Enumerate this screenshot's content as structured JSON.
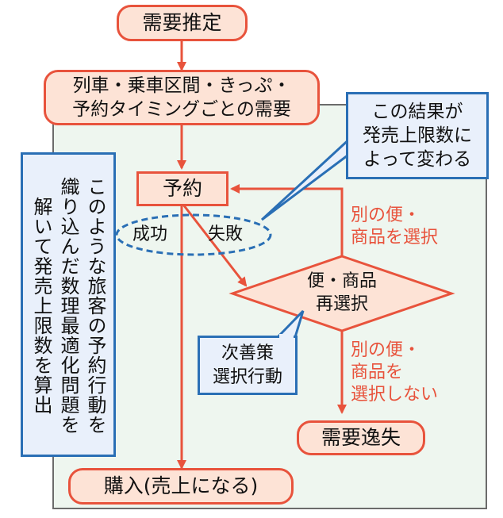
{
  "nodes": {
    "demand_estimation": "需要推定",
    "demand_by_segment_line1": "列車・乗車区間・きっぷ・",
    "demand_by_segment_line2": "予約タイミングごとの需要",
    "reservation": "予約",
    "reselect_line1": "便・商品",
    "reselect_line2": "再選択",
    "demand_loss": "需要逸失",
    "purchase": "購入(売上になる)"
  },
  "labels": {
    "success": "成功",
    "failure": "失敗",
    "other_selected_line1": "別の便・",
    "other_selected_line2": "商品を選択",
    "other_not_selected_line1": "別の便・",
    "other_not_selected_line2": "商品を",
    "other_not_selected_line3": "選択しない"
  },
  "callouts": {
    "result_line1": "この結果が",
    "result_line2": "発売上限数に",
    "result_line3": "よって変わる",
    "next_best_line1": "次善策",
    "next_best_line2": "選択行動"
  },
  "side_note": {
    "col1": "このような旅客の予約行動を",
    "col2": "織り込んだ数理最適化問題を",
    "col3": "解いて発売上限数を算出"
  },
  "colors": {
    "node_fill": "#fde3d6",
    "node_border": "#e8533c",
    "callout_fill": "#e9f0fb",
    "callout_border": "#2a6fb5",
    "panel_fill": "#eef6ef"
  }
}
